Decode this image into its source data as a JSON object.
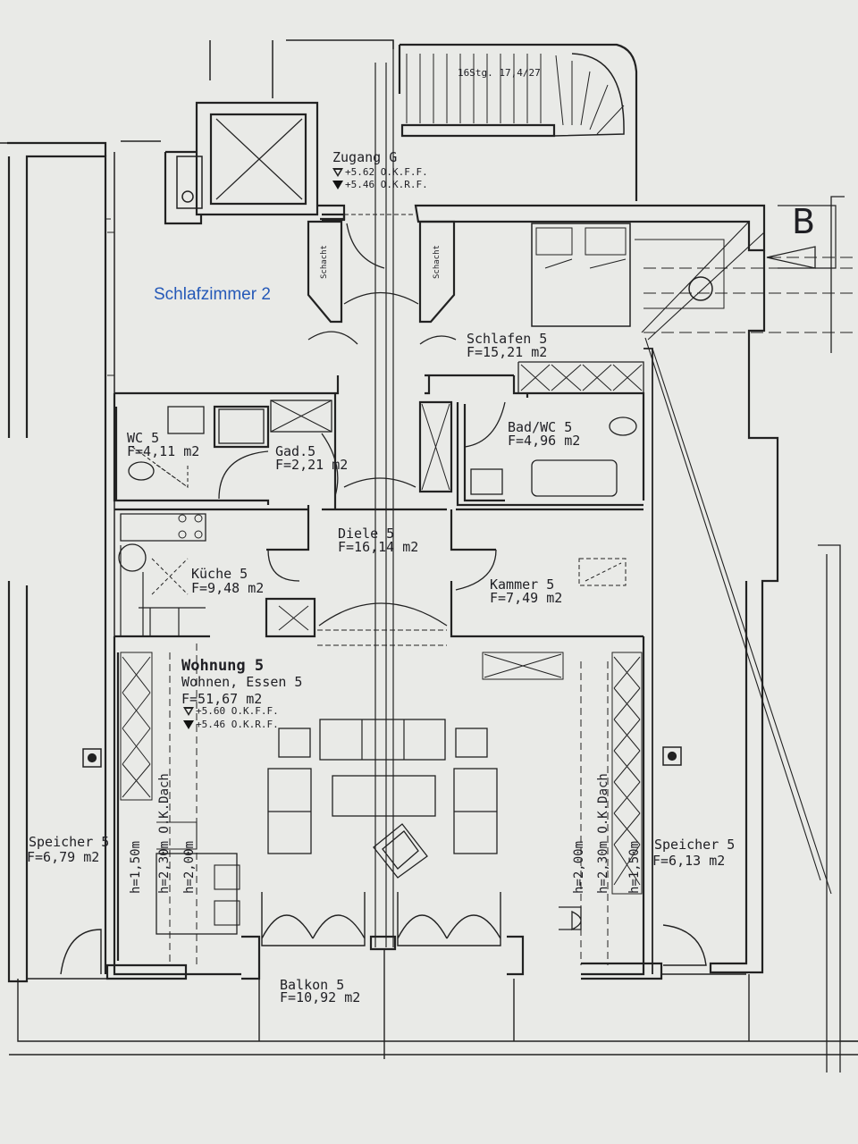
{
  "rooms": {
    "zugang": {
      "name": "Zugang G",
      "elev_top": "+5.62 O.K.F.F.",
      "elev_bottom": "+5.46 O.K.R.F."
    },
    "stair": {
      "label": "16Stg. 17,4/27"
    },
    "schlafzimmer2": {
      "name": "Schlafzimmer 2"
    },
    "schlafen": {
      "name": "Schlafen 5",
      "area": "F=15,21 m2"
    },
    "wc": {
      "name": "WC 5",
      "area": "F=4,11 m2"
    },
    "gad": {
      "name": "Gad.5",
      "area": "F=2,21 m2"
    },
    "bad": {
      "name": "Bad/WC 5",
      "area": "F=4,96 m2"
    },
    "diele": {
      "name": "Diele 5",
      "area": "F=16,14 m2"
    },
    "kueche": {
      "name": "Küche 5",
      "area": "F=9,48 m2"
    },
    "kammer": {
      "name": "Kammer 5",
      "area": "F=7,49 m2"
    },
    "wohnung": {
      "title": "Wohnung 5",
      "name": "Wohnen, Essen 5",
      "area": "F=51,67 m2",
      "elev_top": "+5.60 O.K.F.F.",
      "elev_bottom": "+5.46 O.K.R.F."
    },
    "speicher_left": {
      "name": "Speicher 5",
      "area": "F=6,79 m2"
    },
    "speicher_right": {
      "name": "Speicher 5",
      "area": "F=6,13 m2"
    },
    "balkon": {
      "name": "Balkon 5",
      "area": "F=10,92 m2"
    }
  },
  "schacht": {
    "left": "Schacht",
    "right": "Schacht"
  },
  "heights_left": {
    "h1": "h=1,50m",
    "h2": "h=2,30m  O.K.Dach",
    "h3": "h=2,00m"
  },
  "heights_right": {
    "h1": "h=2,00m",
    "h2": "h=2,30m  O.K.Dach",
    "h3": "h=1,50m"
  },
  "section_marker": "B",
  "colors": {
    "background": "#e9eae7",
    "line": "#1f1f24",
    "accent_label": "#2559b8"
  }
}
